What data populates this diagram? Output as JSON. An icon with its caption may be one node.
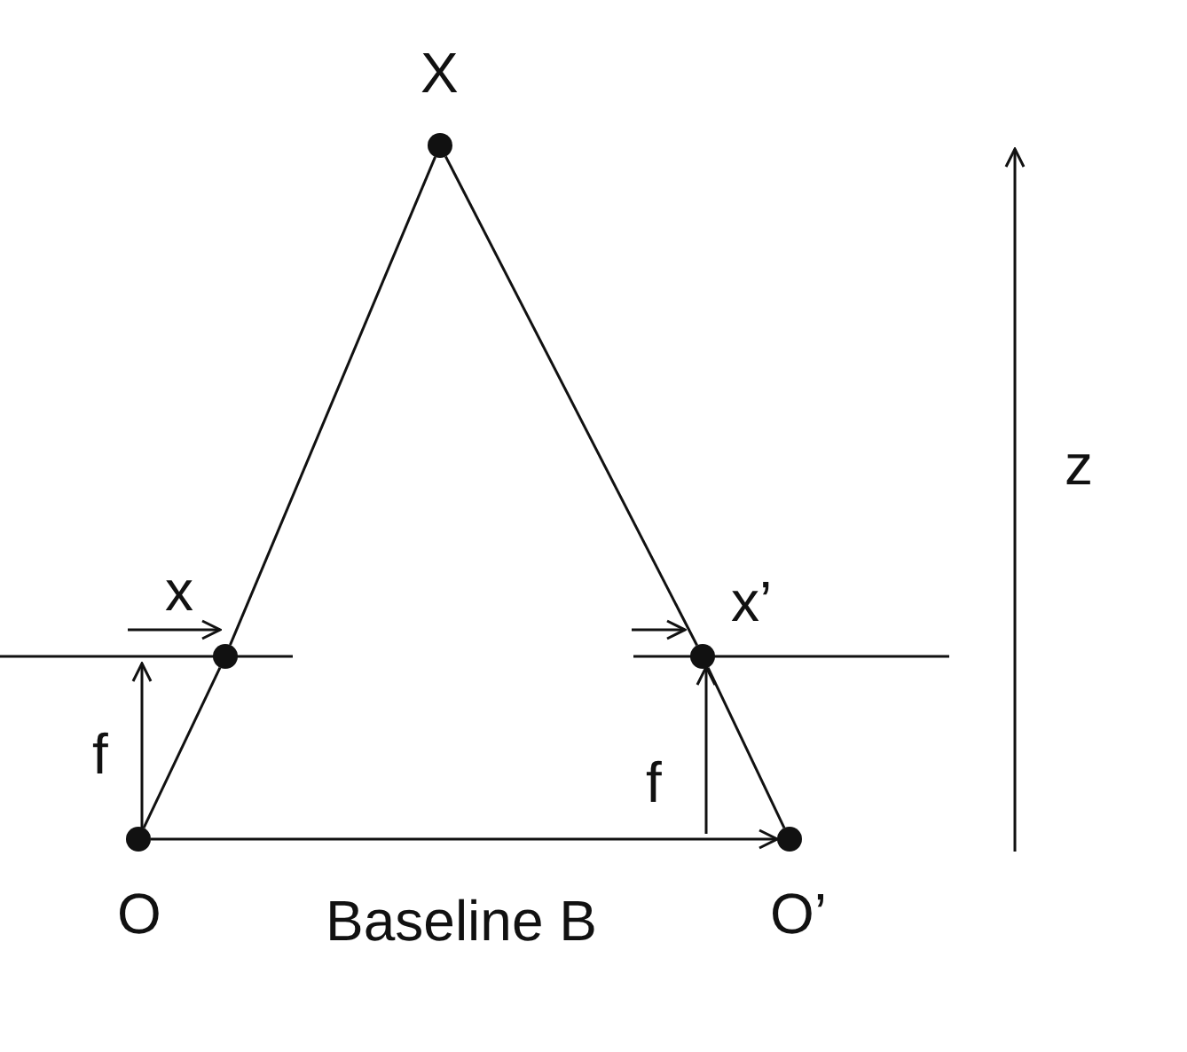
{
  "diagram": {
    "nodes": [
      {
        "text": [
          "X"
        ]
      },
      {
        "text": [
          "x"
        ]
      },
      {
        "text": [
          "x’"
        ]
      },
      {
        "text": [
          "O"
        ]
      },
      {
        "text": [
          "O’"
        ]
      }
    ],
    "edges": [
      {
        "from": 0,
        "to": 1,
        "arrow": "none"
      },
      {
        "from": 1,
        "to": 3,
        "arrow": "none"
      },
      {
        "from": 0,
        "to": 2,
        "arrow": "none"
      },
      {
        "from": 2,
        "to": 4,
        "arrow": "none"
      },
      {
        "from": 3,
        "to": 4,
        "arrow": "to",
        "label": "Baseline B"
      }
    ],
    "labels": [
      "z",
      "f",
      "f"
    ]
  }
}
